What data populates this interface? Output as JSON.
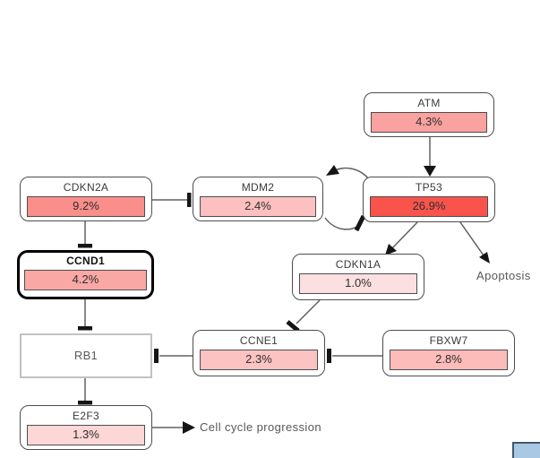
{
  "pathway": {
    "nodes": [
      {
        "id": "ATM",
        "label": "ATM",
        "value": "4.3%",
        "fill": "#f9a2a0"
      },
      {
        "id": "CDKN2A",
        "label": "CDKN2A",
        "value": "9.2%",
        "fill": "#f98e8a"
      },
      {
        "id": "MDM2",
        "label": "MDM2",
        "value": "2.4%",
        "fill": "#fbc0bf"
      },
      {
        "id": "TP53",
        "label": "TP53",
        "value": "26.9%",
        "fill": "#f9544c"
      },
      {
        "id": "CCND1",
        "label": "CCND1",
        "value": "4.2%",
        "fill": "#f9a8a5",
        "selected": true
      },
      {
        "id": "CDKN1A",
        "label": "CDKN1A",
        "value": "1.0%",
        "fill": "#fcdfe0"
      },
      {
        "id": "RB1",
        "label": "RB1",
        "value": null,
        "fill": "#ffffff"
      },
      {
        "id": "CCNE1",
        "label": "CCNE1",
        "value": "2.3%",
        "fill": "#fbc3c2"
      },
      {
        "id": "FBXW7",
        "label": "FBXW7",
        "value": "2.8%",
        "fill": "#fbbcba"
      },
      {
        "id": "E2F3",
        "label": "E2F3",
        "value": "1.3%",
        "fill": "#fcd7d6"
      }
    ],
    "process_labels": [
      {
        "text": "Apoptosis"
      },
      {
        "text": "Cell cycle progression"
      }
    ],
    "edges": [
      {
        "source": "ATM",
        "target": "TP53",
        "type": "activates"
      },
      {
        "source": "CDKN2A",
        "target": "MDM2",
        "type": "inhibits"
      },
      {
        "source": "CDKN2A",
        "target": "CCND1",
        "type": "inhibits"
      },
      {
        "source": "TP53",
        "target": "MDM2",
        "type": "activates"
      },
      {
        "source": "MDM2",
        "target": "TP53",
        "type": "inhibits"
      },
      {
        "source": "TP53",
        "target": "CDKN1A",
        "type": "activates"
      },
      {
        "source": "TP53",
        "target": "Apoptosis",
        "type": "activates"
      },
      {
        "source": "CDKN1A",
        "target": "CCNE1",
        "type": "inhibits"
      },
      {
        "source": "CCND1",
        "target": "RB1",
        "type": "inhibits"
      },
      {
        "source": "CCNE1",
        "target": "RB1",
        "type": "inhibits"
      },
      {
        "source": "FBXW7",
        "target": "CCNE1",
        "type": "inhibits"
      },
      {
        "source": "RB1",
        "target": "E2F3",
        "type": "inhibits"
      },
      {
        "source": "E2F3",
        "target": "Cell cycle progression",
        "type": "activates"
      }
    ],
    "colors": {
      "selection_border": "#000000",
      "edge_stroke": "#606060",
      "edge_marker": "#151515",
      "max_alteration_fill": "#f9544c",
      "navigator_fill": "#a9c8e4",
      "navigator_border": "#44586b"
    }
  }
}
